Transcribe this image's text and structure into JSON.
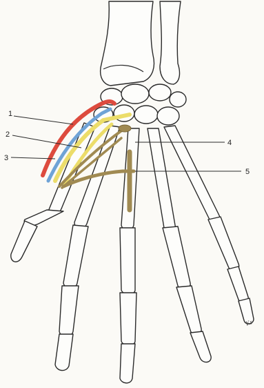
{
  "diagram": {
    "labels": [
      {
        "id": "1",
        "text": "1"
      },
      {
        "id": "2",
        "text": "2"
      },
      {
        "id": "3",
        "text": "3"
      },
      {
        "id": "4",
        "text": "4"
      },
      {
        "id": "5",
        "text": "5"
      }
    ],
    "signature": "Kr",
    "colors": {
      "red": "#dd4b3e",
      "blue": "#6fa3d6",
      "yellow": "#ecdd6a",
      "olive": "#a08a52",
      "olive_dark": "#7a6636"
    }
  }
}
